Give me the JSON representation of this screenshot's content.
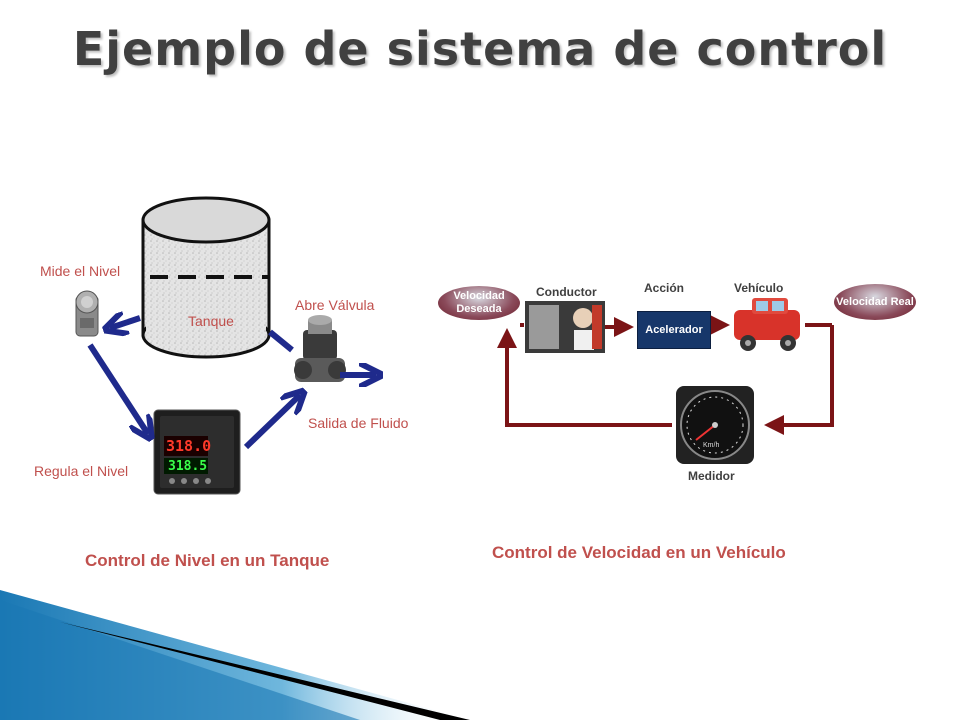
{
  "title": "Ejemplo de sistema de control",
  "tank_system": {
    "mide_label": "Mide el Nivel",
    "tanque_label": "Tanque",
    "abre_label": "Abre Válvula",
    "salida_label": "Salida de Fluido",
    "regula_label": "Regula el Nivel",
    "controller_display_top": "318.0",
    "controller_display_bottom": "318.5",
    "caption": "Control de Nivel en un Tanque"
  },
  "vehicle_system": {
    "desired_speed": "Velocidad Deseada",
    "conductor_label": "Conductor",
    "accion_label": "Acción",
    "acelerador_label": "Acelerador",
    "vehiculo_label": "Vehículo",
    "real_speed": "Velocidad Real",
    "medidor_label": "Medidor",
    "gauge_unit": "Km/h",
    "caption": "Control de Velocidad en un Vehículo"
  },
  "colors": {
    "accent_red": "#c0504d",
    "arrow_blue": "#1f2a8c",
    "loop_maroon": "#7b1416",
    "block_navy": "#17376a",
    "title_gray": "#404040"
  }
}
